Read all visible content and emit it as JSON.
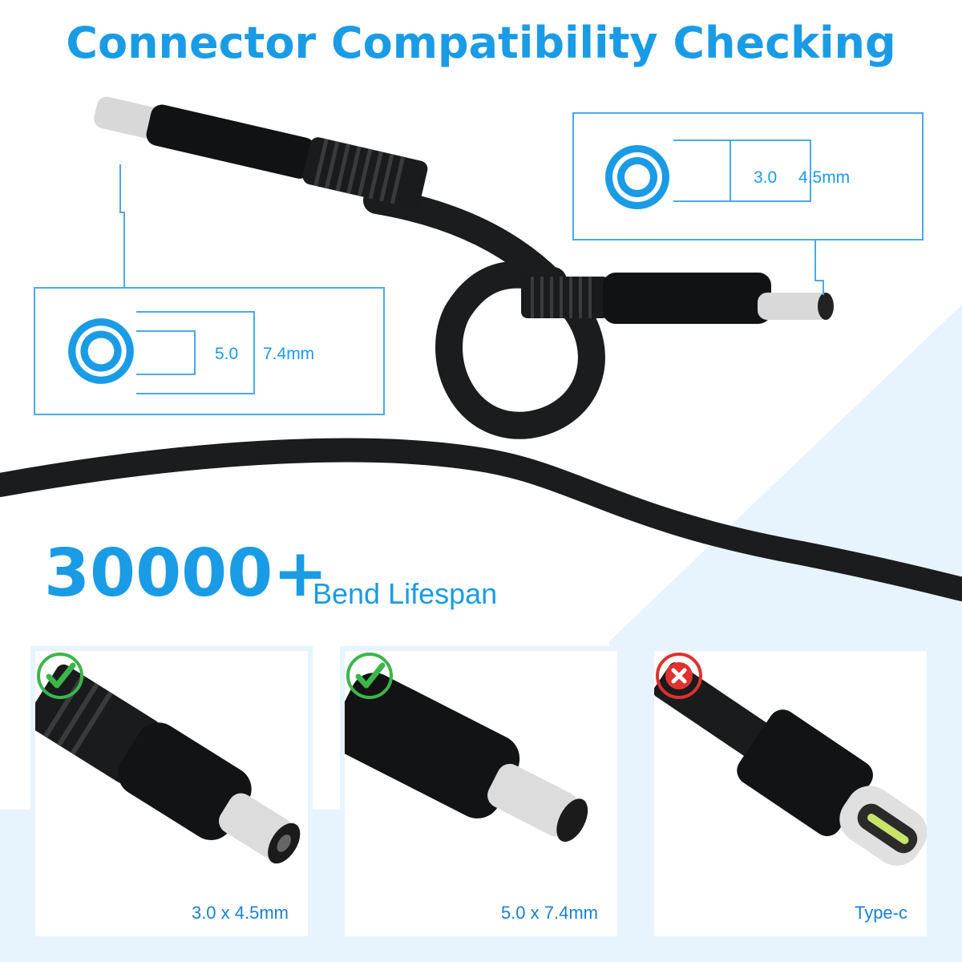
{
  "title": "Connector Compatibility Checking",
  "spec_large": {
    "inner": "5.0",
    "outer": "7.4mm"
  },
  "spec_small": {
    "inner": "3.0",
    "outer": "4.5mm"
  },
  "bend": {
    "number": "30000+",
    "text": "Bend Lifespan"
  },
  "cards": [
    {
      "label": "3.0 x 4.5mm",
      "status": "compatible",
      "icon": "check-icon"
    },
    {
      "label": "5.0 x 7.4mm",
      "status": "compatible",
      "icon": "check-icon"
    },
    {
      "label": "Type-c",
      "status": "incompatible",
      "icon": "cross-icon"
    }
  ],
  "colors": {
    "accent": "#1a9be6",
    "check": "#3cb54a",
    "cross": "#e0312f",
    "panel": "#e7f3fd"
  }
}
